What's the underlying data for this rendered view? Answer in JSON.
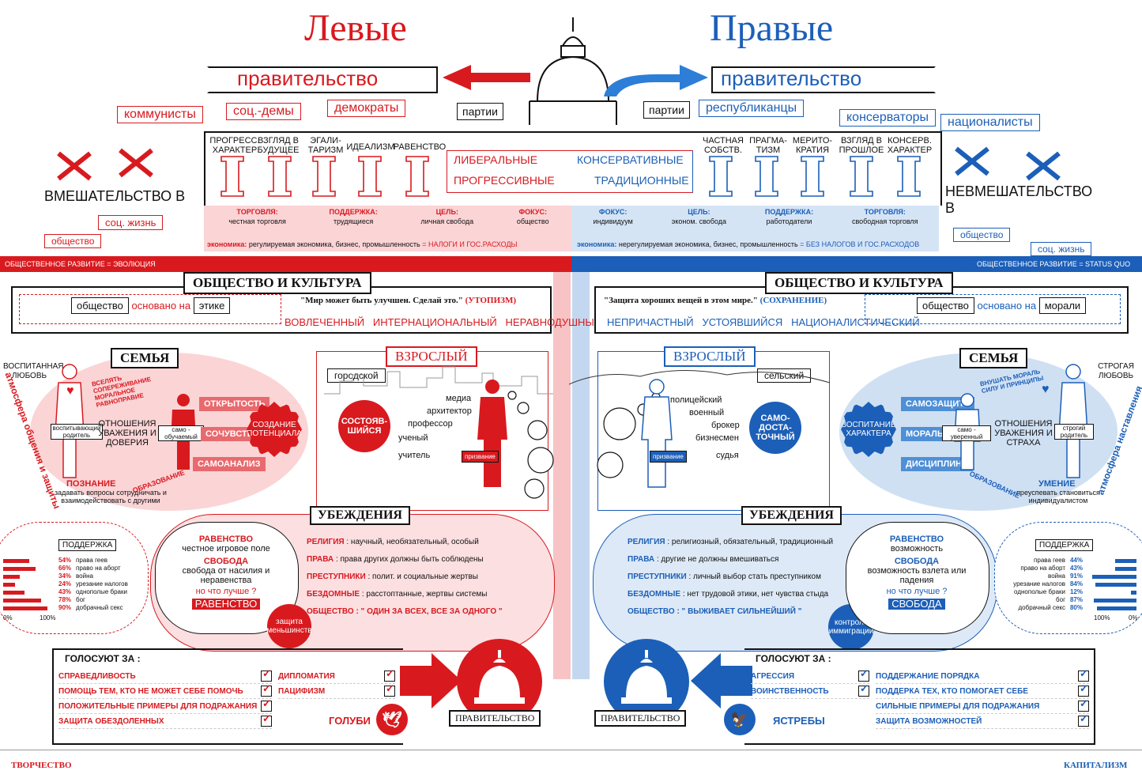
{
  "titles": {
    "left": "Левые",
    "right": "Правые"
  },
  "government": {
    "label": "правительство",
    "parties_label": "партии"
  },
  "left_parties": [
    "коммунисты",
    "соц.-демы",
    "демократы"
  ],
  "right_parties": [
    "республиканцы",
    "консерваторы",
    "националисты"
  ],
  "left_columns": [
    "ПРОГРЕСС. ХАРАКТЕР",
    "ВЗГЛЯД В БУДУЩЕЕ",
    "ЭГАЛИ-ТАРИЗМ",
    "ИДЕАЛИЗМ",
    "РАВЕНСТВО"
  ],
  "right_columns": [
    "ЧАСТНАЯ СОБСТВ.",
    "ПРАГМА-ТИЗМ",
    "МЕРИТО-КРАТИЯ",
    "ВЗГЛЯД В ПРОШЛОЕ",
    "КОНСЕРВ. ХАРАКТЕР"
  ],
  "center_labels": {
    "liberal": "ЛИБЕРАЛЬНЫЕ",
    "progressive": "ПРОГРЕССИВНЫЕ",
    "conservative": "КОНСЕРВАТИВНЫЕ",
    "traditional": "ТРАДИЦИОННЫЕ"
  },
  "left_econ": [
    {
      "k": "ТОРГОВЛЯ:",
      "v": "честная торговля"
    },
    {
      "k": "ПОДДЕРЖКА:",
      "v": "трудящиеся"
    },
    {
      "k": "ЦЕЛЬ:",
      "v": "личная свобода"
    },
    {
      "k": "ФОКУС:",
      "v": "общество"
    }
  ],
  "right_econ": [
    {
      "k": "ФОКУС:",
      "v": "индивидуум"
    },
    {
      "k": "ЦЕЛЬ:",
      "v": "эконом. свобода"
    },
    {
      "k": "ПОДДЕРЖКА:",
      "v": "работодатели"
    },
    {
      "k": "ТОРГОВЛЯ:",
      "v": "свободная торговля"
    }
  ],
  "left_economy_line": {
    "k": "экономика:",
    "v": "регулируемая экономика, бизнес, промышленность",
    "r": "= НАЛОГИ И ГОС.РАСХОДЫ"
  },
  "right_economy_line": {
    "k": "экономика:",
    "v": "нерегулируемая экономика, бизнес, промышленность",
    "r": "= БЕЗ НАЛОГОВ И ГОС.РАСХОДОВ"
  },
  "left_intervention": {
    "title": "ВМЕШАТЕЛЬСТВО В",
    "tag1": "соц. жизнь",
    "tag2": "общество"
  },
  "right_intervention": {
    "title": "НЕВМЕШАТЕЛЬСТВО В",
    "tag1": "общество",
    "tag2": "соц. жизнь"
  },
  "left_social_bar": "ОБЩЕСТВЕННОЕ РАЗВИТИЕ = ЭВОЛЮЦИЯ",
  "right_social_bar": "ОБЩЕСТВЕННОЕ РАЗВИТИЕ = STATUS QUO",
  "society": {
    "title": "ОБЩЕСТВО И КУЛЬТУРА"
  },
  "left_society": {
    "w1": "общество",
    "w2": "основано на",
    "w3": "этике",
    "quote": "\"Мир может быть улучшен. Сделай это.\"",
    "tag": "(УТОПИЗМ)",
    "adj": "ВОВЛЕЧЕННЫЙ   ИНТЕРНАЦИОНАЛЬНЫЙ   НЕРАВНОДУШНЫЙ"
  },
  "right_society": {
    "w1": "общество",
    "w2": "основано на",
    "w3": "морали",
    "quote": "\"Защита хороших вещей в этом мире.\"",
    "tag": "(СОХРАНЕНИЕ)",
    "adj": "НЕПРИЧАСТНЫЙ   УСТОЯВШИЙСЯ   НАЦИОНАЛИСТИЧЕСКИЙ"
  },
  "family": {
    "title": "СЕМЬЯ"
  },
  "left_family": {
    "love": "ВОСПИТАННАЯ ЛЮБОВЬ",
    "parent": "воспитывающий родитель",
    "child": "само - обучаемый",
    "relation": "ОТНОШЕНИЯ УВАЖЕНИЯ И ДОВЕРИЯ",
    "arrow": "ВСЕЛЯТЬ СОПЕРЕЖИВАНИЕ МОРАЛЬНОЕ РАВНОПРАВИЕ",
    "traits": [
      "ОТКРЫТОСТЬ",
      "СОЧУВСТВИЕ",
      "САМОАНАЛИЗ"
    ],
    "circle": "СОЗДАНИЕ ПОТЕНЦИАЛА",
    "knowledge_t": "ПОЗНАНИЕ",
    "knowledge": "задавать вопросы сотрудничать и взаимодействовать с другими",
    "edu": "ОБРАЗОВАНИЕ",
    "atmos": "атмосфера общения и защиты"
  },
  "right_family": {
    "love": "СТРОГАЯ ЛЮБОВЬ",
    "parent": "строгий родитель",
    "child": "само - уверенный",
    "relation": "ОТНОШЕНИЯ УВАЖЕНИЯ И СТРАХА",
    "arrow": "ВНУШАТЬ МОРАЛЬ СИЛУ И ПРИНЦИПЫ",
    "traits": [
      "САМОЗАЩИТА",
      "МОРАЛЬ",
      "ДИСЦИПЛИНА"
    ],
    "circle": "ВОСПИТАНИЕ ХАРАКТЕРА",
    "knowledge_t": "УМЕНИЕ",
    "knowledge": "преуспевать становиться индивидуалистом",
    "edu": "ОБРАЗОВАНИЕ",
    "atmos": "атмосфера наставления"
  },
  "adult": {
    "title": "ВЗРОСЛЫЙ"
  },
  "left_adult": {
    "place": "городской",
    "circle": "СОСТОЯВ-ШИЙСЯ",
    "jobs": [
      "медиа",
      "архитектор",
      "профессор",
      "ученый",
      "учитель"
    ],
    "case": "призвание"
  },
  "right_adult": {
    "place": "сельский",
    "circle": "САМО-ДОСТА-ТОЧНЫЙ",
    "jobs": [
      "полицейский",
      "военный",
      "брокер",
      "бизнесмен",
      "судья"
    ],
    "case": "призвание"
  },
  "beliefs": {
    "title": "УБЕЖДЕНИЯ"
  },
  "left_beliefs": [
    {
      "k": "РЕЛИГИЯ",
      "v": ": научный, необязательный, особый"
    },
    {
      "k": "ПРАВА",
      "v": ": права других должны быть соблюдены"
    },
    {
      "k": "ПРЕСТУПНИКИ",
      "v": ": полит. и социальные жертвы"
    },
    {
      "k": "БЕЗДОМНЫЕ",
      "v": ": расстоптанные, жертвы системы"
    },
    {
      "k": "ОБЩЕСТВО",
      "v": ":  \" ОДИН ЗА ВСЕХ, ВСЕ ЗА ОДНОГО \""
    }
  ],
  "right_beliefs": [
    {
      "k": "РЕЛИГИЯ",
      "v": ": религиозный, обязательный, традиционный"
    },
    {
      "k": "ПРАВА",
      "v": ": другие не должны вмешиваться"
    },
    {
      "k": "ПРЕСТУПНИКИ",
      "v": ": личный выбор стать преступником"
    },
    {
      "k": "БЕЗДОМНЫЕ",
      "v": ": нет трудовой этики, нет чувства стыда"
    },
    {
      "k": "ОБЩЕСТВО",
      "v": ":  \" ВЫЖИВАЕТ СИЛЬНЕЙШИЙ \""
    }
  ],
  "left_equality": {
    "t1": "РАВЕНСТВО",
    "d1": "честное игровое поле",
    "t2": "СВОБОДА",
    "d2": "свобода от насилия и неравенства",
    "q": "но что лучше ?",
    "ans": "РАВЕНСТВО",
    "badge": "защита меньшинств"
  },
  "right_equality": {
    "t1": "РАВЕНСТВО",
    "d1": "возможность",
    "t2": "СВОБОДА",
    "d2": "возможность взлета или падения",
    "q": "но что лучше ?",
    "ans": "СВОБОДА",
    "badge": "контроль иммиграции"
  },
  "left_support": {
    "title": "ПОДДЕРЖКА",
    "items": [
      {
        "pct": "54%",
        "label": "права геев",
        "value": 54
      },
      {
        "pct": "66%",
        "label": "право на аборт",
        "value": 66
      },
      {
        "pct": "34%",
        "label": "война",
        "value": 34
      },
      {
        "pct": "24%",
        "label": "урезание налогов",
        "value": 24
      },
      {
        "pct": "43%",
        "label": "однополые браки",
        "value": 43
      },
      {
        "pct": "78%",
        "label": "бог",
        "value": 78
      },
      {
        "pct": "90%",
        "label": "добрачный секс",
        "value": 90
      }
    ],
    "axis0": "0%",
    "axis100": "100%"
  },
  "right_support": {
    "title": "ПОДДЕРЖКА",
    "items": [
      {
        "pct": "44%",
        "label": "права геев",
        "value": 44
      },
      {
        "pct": "43%",
        "label": "право на аборт",
        "value": 43
      },
      {
        "pct": "91%",
        "label": "война",
        "value": 91
      },
      {
        "pct": "84%",
        "label": "урезание налогов",
        "value": 84
      },
      {
        "pct": "12%",
        "label": "однополые браки",
        "value": 12
      },
      {
        "pct": "87%",
        "label": "бог",
        "value": 87
      },
      {
        "pct": "80%",
        "label": "добрачный секс",
        "value": 80
      }
    ],
    "axis0": "0%",
    "axis100": "100%"
  },
  "vote": {
    "title": "ГОЛОСУЮТ ЗА :",
    "gov": "ПРАВИТЕЛЬСТВО"
  },
  "left_vote": {
    "a": [
      "СПРАВЕДЛИВОСТЬ",
      "ПОМОЩЬ ТЕМ, КТО НЕ МОЖЕТ СЕБЕ ПОМОЧЬ",
      "ПОЛОЖИТЕЛЬНЫЕ ПРИМЕРЫ ДЛЯ ПОДРАЖАНИЯ",
      "ЗАЩИТА ОБЕЗДОЛЕННЫХ"
    ],
    "b": [
      "ДИПЛОМАТИЯ",
      "ПАЦИФИЗМ"
    ],
    "bird": "ГОЛУБИ"
  },
  "right_vote": {
    "a": [
      "АГРЕССИЯ",
      "ВОИНСТВЕННОСТЬ"
    ],
    "b": [
      "ПОДДЕРЖАНИЕ ПОРЯДКА",
      "ПОДДЕРКА ТЕХ, КТО ПОМОГАЕТ СЕБЕ",
      "СИЛЬНЫЕ ПРИМЕРЫ ДЛЯ ПОДРАЖАНИЯ",
      "ЗАЩИТА ВОЗМОЖНОСТЕЙ"
    ],
    "bird": "ЯСТРЕБЫ"
  },
  "footer": {
    "left": "ТВОРЧЕСТВО",
    "right": "КАПИТАЛИЗМ"
  },
  "colors": {
    "red": "#d81a1f",
    "blue": "#1c5fb8",
    "pinkbg": "#fbd4d6",
    "bluebg": "#cfe0f3"
  }
}
